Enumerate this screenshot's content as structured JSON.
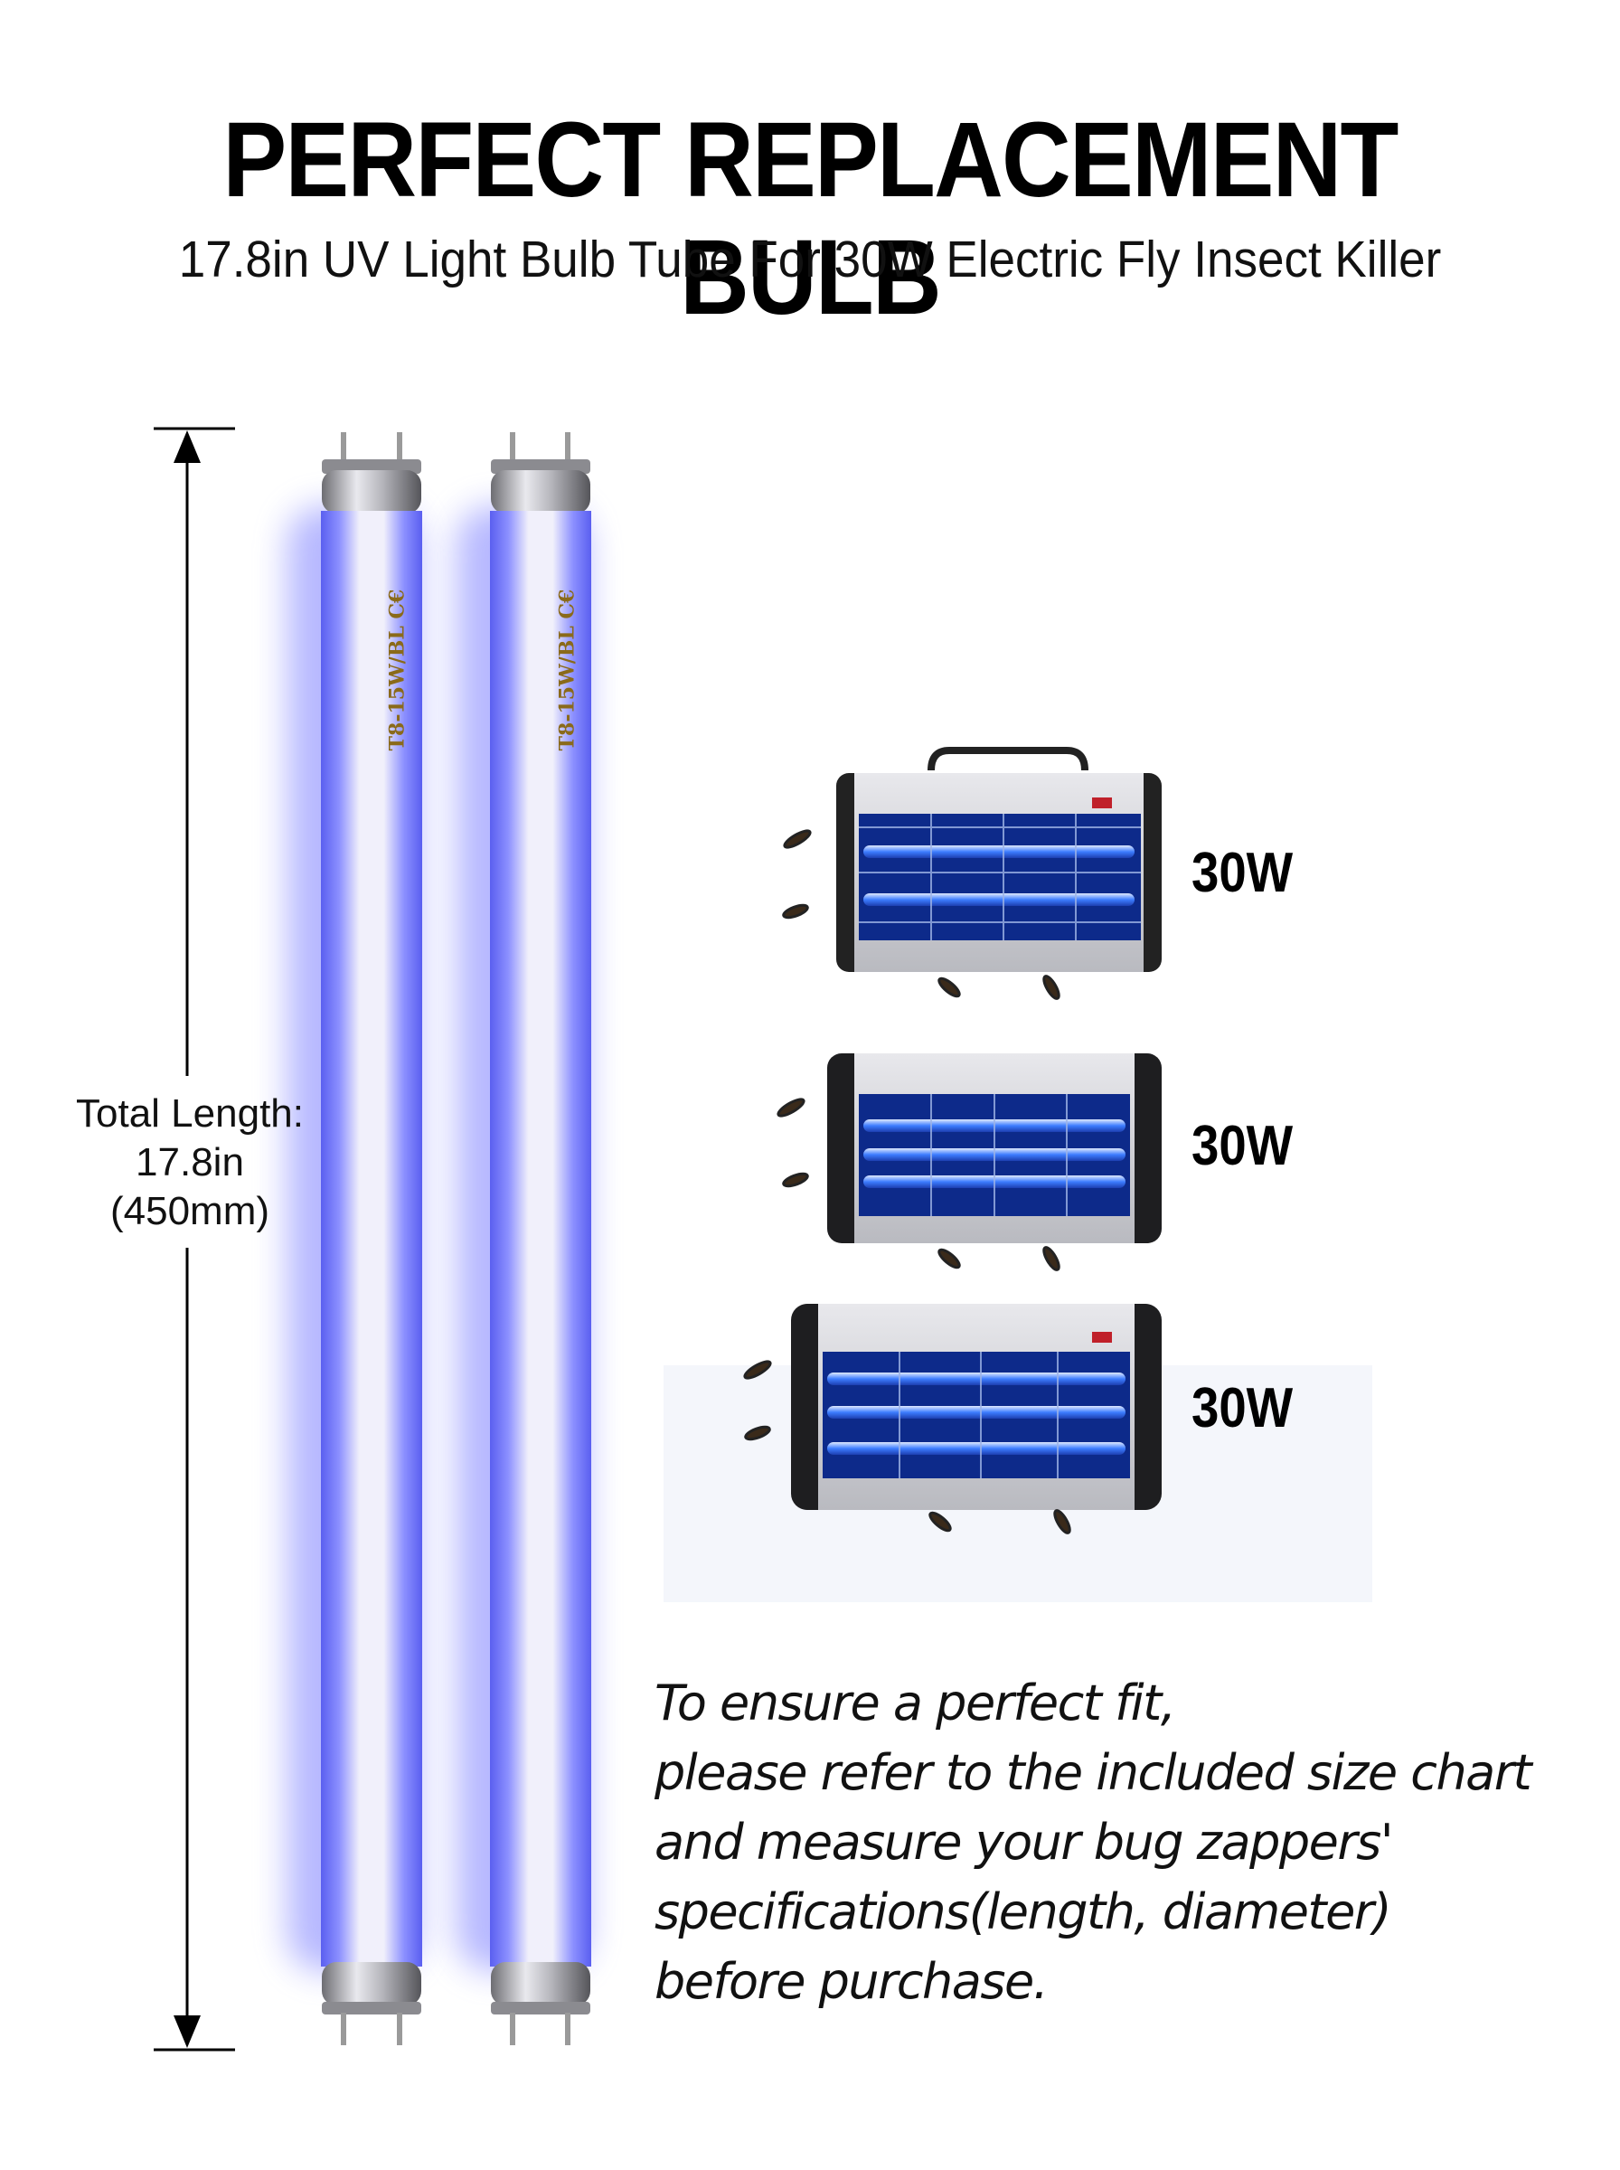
{
  "header": {
    "title": "PERFECT REPLACEMENT BULB",
    "subtitle": "17.8in UV Light Bulb Tube For 30W Electric Fly Insect Killer"
  },
  "dimension": {
    "line1": "Total Length:",
    "line2": "17.8in",
    "line3": "(450mm)"
  },
  "bulbs": [
    {
      "label": "T8-15W/BL C€"
    },
    {
      "label": "T8-15W/BL C€"
    }
  ],
  "zappers": [
    {
      "wattage": "30W"
    },
    {
      "wattage": "30W"
    },
    {
      "wattage": "30W"
    }
  ],
  "note": {
    "lines": [
      "To ensure a perfect fit,",
      "please refer to the included size chart",
      "and measure your bug zappers'",
      "specifications(length, diameter)",
      "before purchase."
    ]
  },
  "colors": {
    "bulb_glow": "#6f74ff",
    "bulb_core": "#f3f2fb",
    "zapper_light": "#3d7dff",
    "text": "#111111"
  }
}
